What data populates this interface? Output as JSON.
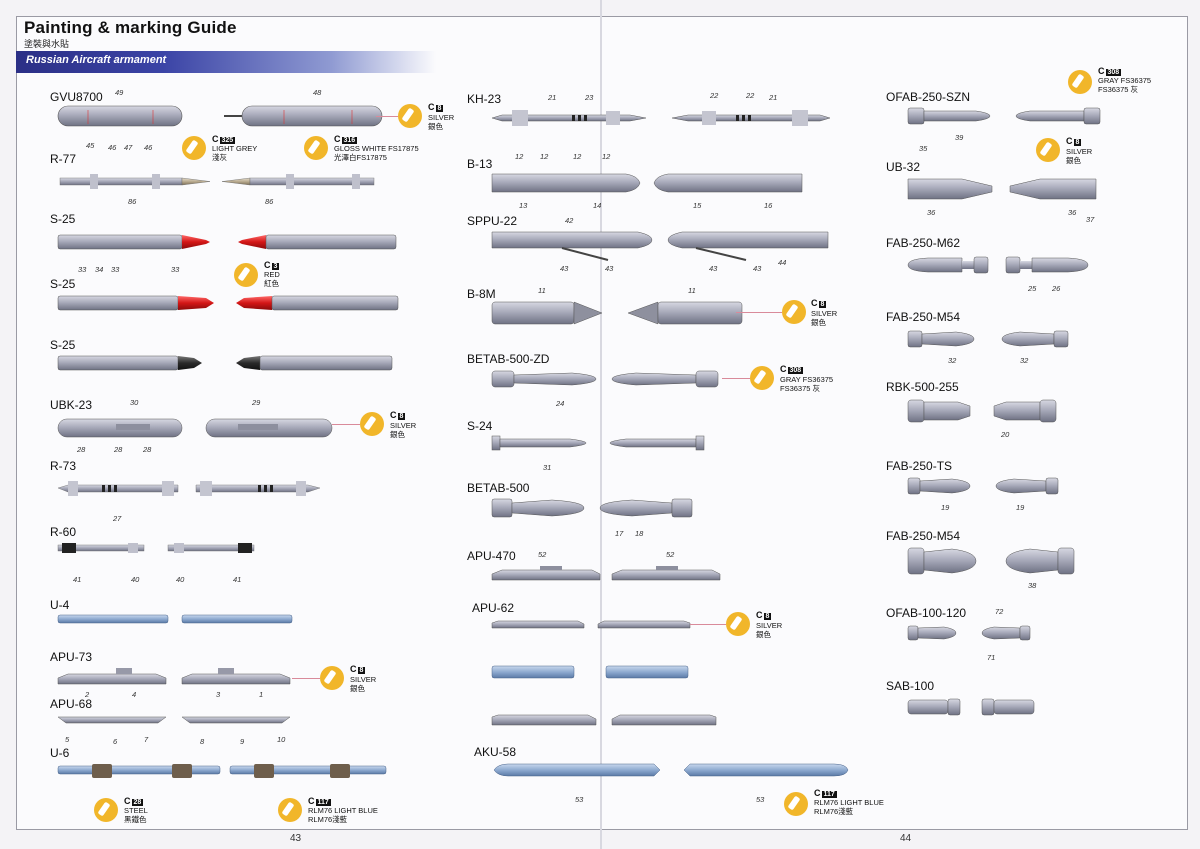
{
  "header": {
    "title": "Painting & marking Guide",
    "subtitle": "塗裝與水貼",
    "section": "Russian Aircraft armament"
  },
  "page_numbers": {
    "left": "43",
    "right": "44"
  },
  "colors": {
    "banner": "#2b2f86",
    "callout": "#f1b62a",
    "weapon_gray": "#a4a6b6",
    "red_tip": "#cc1111",
    "blue_rail": "#7f9dc4"
  },
  "left_column": {
    "gvu8700": {
      "label": "GVU8700",
      "nums": [
        "49",
        "48",
        "45",
        "46",
        "47",
        "46"
      ]
    },
    "r77": {
      "label": "R-77",
      "nums": [
        "86",
        "86"
      ]
    },
    "s25a": {
      "label": "S-25",
      "nums": [
        "33",
        "34",
        "33",
        "33"
      ]
    },
    "s25b": {
      "label": "S-25"
    },
    "s25c": {
      "label": "S-25"
    },
    "ubk23": {
      "label": "UBK-23",
      "nums": [
        "30",
        "29",
        "28",
        "28",
        "28"
      ]
    },
    "r73": {
      "label": "R-73",
      "nums": [
        "27"
      ]
    },
    "r60": {
      "label": "R-60",
      "nums": [
        "41",
        "40",
        "40",
        "41"
      ]
    },
    "u4": {
      "label": "U-4"
    },
    "apu73": {
      "label": "APU-73",
      "nums": [
        "2",
        "4",
        "3",
        "1"
      ]
    },
    "apu68": {
      "label": "APU-68",
      "nums": [
        "5",
        "6",
        "7",
        "8",
        "9",
        "10"
      ]
    },
    "u6": {
      "label": "U-6"
    }
  },
  "mid_column": {
    "kh23": {
      "label": "KH-23",
      "nums": [
        "21",
        "23",
        "22",
        "22",
        "21"
      ]
    },
    "b13": {
      "label": "B-13",
      "nums": [
        "12",
        "12",
        "12",
        "12",
        "13",
        "14",
        "15",
        "16"
      ]
    },
    "sppu22": {
      "label": "SPPU-22",
      "nums": [
        "42",
        "43",
        "43",
        "43",
        "43",
        "44"
      ]
    },
    "b8m": {
      "label": "B-8M",
      "nums": [
        "11",
        "11"
      ]
    },
    "betab500zd": {
      "label": "BETAB-500-ZD",
      "nums": [
        "24"
      ]
    },
    "s24": {
      "label": "S-24",
      "nums": [
        "31"
      ]
    },
    "betab500": {
      "label": "BETAB-500",
      "nums": [
        "17",
        "18"
      ]
    },
    "apu470": {
      "label": "APU-470",
      "nums": [
        "52",
        "52"
      ]
    },
    "apu62": {
      "label": "APU-62"
    },
    "aku58": {
      "label": "AKU-58",
      "nums": [
        "53",
        "53"
      ]
    }
  },
  "right_column": {
    "ofab250szn": {
      "label": "OFAB-250-SZN",
      "nums": [
        "39"
      ]
    },
    "ub32": {
      "label": "UB-32",
      "nums": [
        "35",
        "36",
        "36",
        "37"
      ]
    },
    "fab250m62": {
      "label": "FAB-250-M62",
      "nums": [
        "25",
        "26"
      ]
    },
    "fab250m54a": {
      "label": "FAB-250-M54",
      "nums": [
        "32",
        "32"
      ]
    },
    "rbk500": {
      "label": "RBK-500-255",
      "nums": [
        "20"
      ]
    },
    "fab250ts": {
      "label": "FAB-250-TS",
      "nums": [
        "19",
        "19"
      ]
    },
    "fab250m54b": {
      "label": "FAB-250-M54",
      "nums": [
        "38"
      ]
    },
    "ofab100": {
      "label": "OFAB-100-120",
      "nums": [
        "72",
        "71"
      ]
    },
    "sab100": {
      "label": "SAB-100"
    }
  },
  "callouts": {
    "c8_silver": {
      "code": "C",
      "badge": "8",
      "name": "SILVER",
      "cn": "銀色"
    },
    "c325_grey": {
      "code": "C",
      "badge": "325",
      "name": "LIGHT GREY",
      "cn": "淺灰"
    },
    "c316_white": {
      "code": "C",
      "badge": "316",
      "name": "GLOSS WHITE FS17875",
      "cn": "光澤白FS17875"
    },
    "c3_red": {
      "code": "C",
      "badge": "3",
      "name": "RED",
      "cn": "紅色"
    },
    "c308_gray_top": {
      "code": "C",
      "badge": "308",
      "name": "GRAY FS36375",
      "cn": "FS36375 灰"
    },
    "c308_gray_mid": {
      "code": "C",
      "badge": "308",
      "name": "GRAY FS36375",
      "cn": "FS36375 灰"
    },
    "c28_steel": {
      "code": "C",
      "badge": "28",
      "name": "STEEL",
      "cn": "黑鐵色"
    },
    "c117_blue_a": {
      "code": "C",
      "badge": "117",
      "name": "RLM76 LIGHT BLUE",
      "cn": "RLM76淺藍"
    },
    "c117_blue_b": {
      "code": "C",
      "badge": "117",
      "name": "RLM76 LIGHT BLUE",
      "cn": "RLM76淺藍"
    }
  }
}
